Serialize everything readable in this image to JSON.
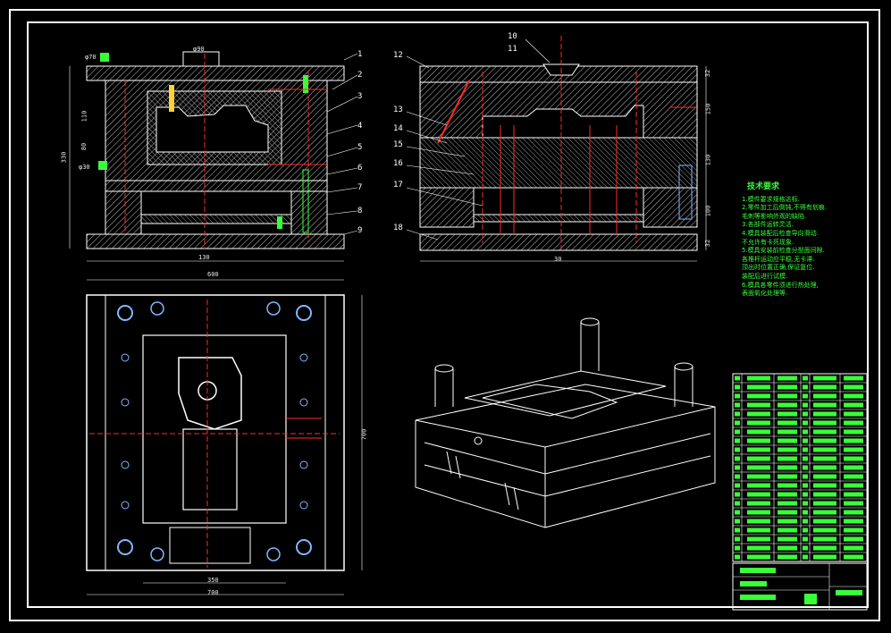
{
  "drawing": {
    "part_numbers": [
      "1",
      "2",
      "3",
      "4",
      "5",
      "6",
      "7",
      "8",
      "9",
      "10",
      "11",
      "12",
      "13",
      "14",
      "15",
      "16",
      "17",
      "18"
    ],
    "dimensions": {
      "side_top_left": "φ70",
      "side_top_center": "φ90",
      "side_left_height": "330",
      "side_left_a": "110",
      "side_left_b": "80",
      "side_left_c": "φ30",
      "side_bottom": "130",
      "right_top": "32",
      "right_h1": "150",
      "right_h2": "130",
      "right_h3": "100",
      "right_h4": "32",
      "right_bottom": "30",
      "plan_top": "600",
      "plan_bottom_inner": "350",
      "plan_bottom_outer": "700",
      "plan_right": "700"
    },
    "notes": {
      "title": "技术要求",
      "lines": [
        "1.模件要求规格达标.",
        "2.零件加工后倒钝,不得有划痕.",
        "  毛刺等影响外观的缺陷.",
        "3.各部件运转灵活.",
        "4.模具装配后检查导向滑动.",
        "  不允许有卡死现象.",
        "5.模具安装前检查分型面间隙.",
        "  各推杆运动应平稳,无卡滞.",
        "  顶出时位置正确,保证复位.",
        "  装配后进行试模.",
        "6.模具各零件须进行热处理,",
        "  表面氧化处理等."
      ]
    },
    "colors": {
      "background": "#000000",
      "line": "#ffffff",
      "accent_red": "#ff2a2a",
      "accent_green": "#39ff39",
      "accent_blue": "#7fb8ff",
      "accent_yellow": "#ffd23a"
    }
  }
}
